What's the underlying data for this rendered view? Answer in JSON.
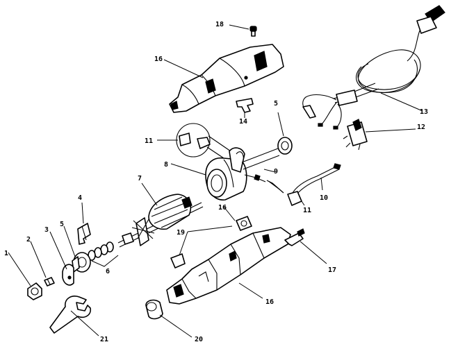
{
  "diagram": {
    "callouts": [
      {
        "id": "c18",
        "text": "18"
      },
      {
        "id": "c16top",
        "text": "16"
      },
      {
        "id": "c14",
        "text": "14"
      },
      {
        "id": "c5right",
        "text": "5"
      },
      {
        "id": "c13",
        "text": "13"
      },
      {
        "id": "c12",
        "text": "12"
      },
      {
        "id": "c11top",
        "text": "11"
      },
      {
        "id": "c8",
        "text": "8"
      },
      {
        "id": "c9",
        "text": "9"
      },
      {
        "id": "c10",
        "text": "10"
      },
      {
        "id": "c11bot",
        "text": "11"
      },
      {
        "id": "c7",
        "text": "7"
      },
      {
        "id": "c4",
        "text": "4"
      },
      {
        "id": "c16mid",
        "text": "16"
      },
      {
        "id": "c19",
        "text": "19"
      },
      {
        "id": "c3",
        "text": "3"
      },
      {
        "id": "c5left",
        "text": "5"
      },
      {
        "id": "c2",
        "text": "2"
      },
      {
        "id": "c1",
        "text": "1"
      },
      {
        "id": "c6",
        "text": "6"
      },
      {
        "id": "c17",
        "text": "17"
      },
      {
        "id": "c16bot",
        "text": "16"
      },
      {
        "id": "c21",
        "text": "21"
      },
      {
        "id": "c20",
        "text": "20"
      }
    ]
  }
}
